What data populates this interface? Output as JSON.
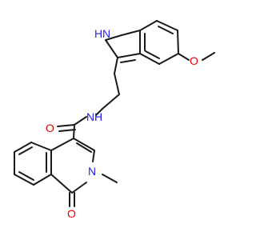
{
  "molecule": {
    "atoms": {
      "nh_indole": "H",
      "n_indole": "N",
      "o_methoxy": "O",
      "n_amide": "N",
      "h_amide": "H",
      "o_amide": "O",
      "n_ring": "N",
      "o_ring": "O"
    },
    "colors": {
      "bond": "#1a1a1a",
      "nitrogen": "#2323e6",
      "oxygen": "#e60000"
    }
  }
}
